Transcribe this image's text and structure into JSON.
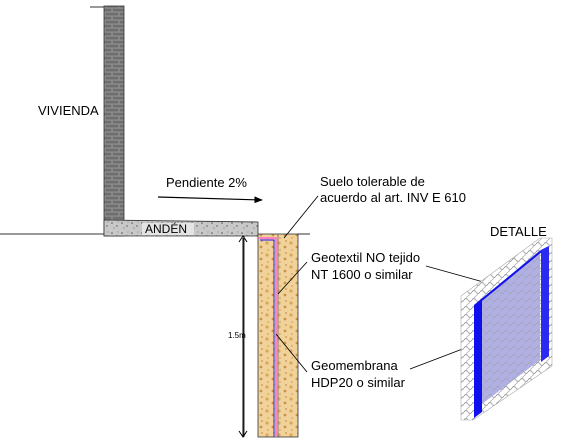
{
  "labels": {
    "vivienda": "VIVIENDA",
    "pendiente": "Pendiente 2%",
    "anden": "ANDÉN",
    "suelo_line1": "Suelo tolerable de",
    "suelo_line2": "acuerdo al art. INV E 610",
    "detalle": "DETALLE",
    "geotextil_line1": "Geotextil NO tejido",
    "geotextil_line2": "NT 1600 o similar",
    "dimension": "1.5m",
    "geomembrana_line1": "Geomembrana",
    "geomembrana_line2": "HDP20 o similar"
  },
  "colors": {
    "brick": "#7a7a7a",
    "concrete": "#c8c8c8",
    "gravel_fill": "#f0d29a",
    "geomembrane": "#1a1aff",
    "geotextile": "#ff66cc",
    "mesh": "#b8b8b8"
  }
}
